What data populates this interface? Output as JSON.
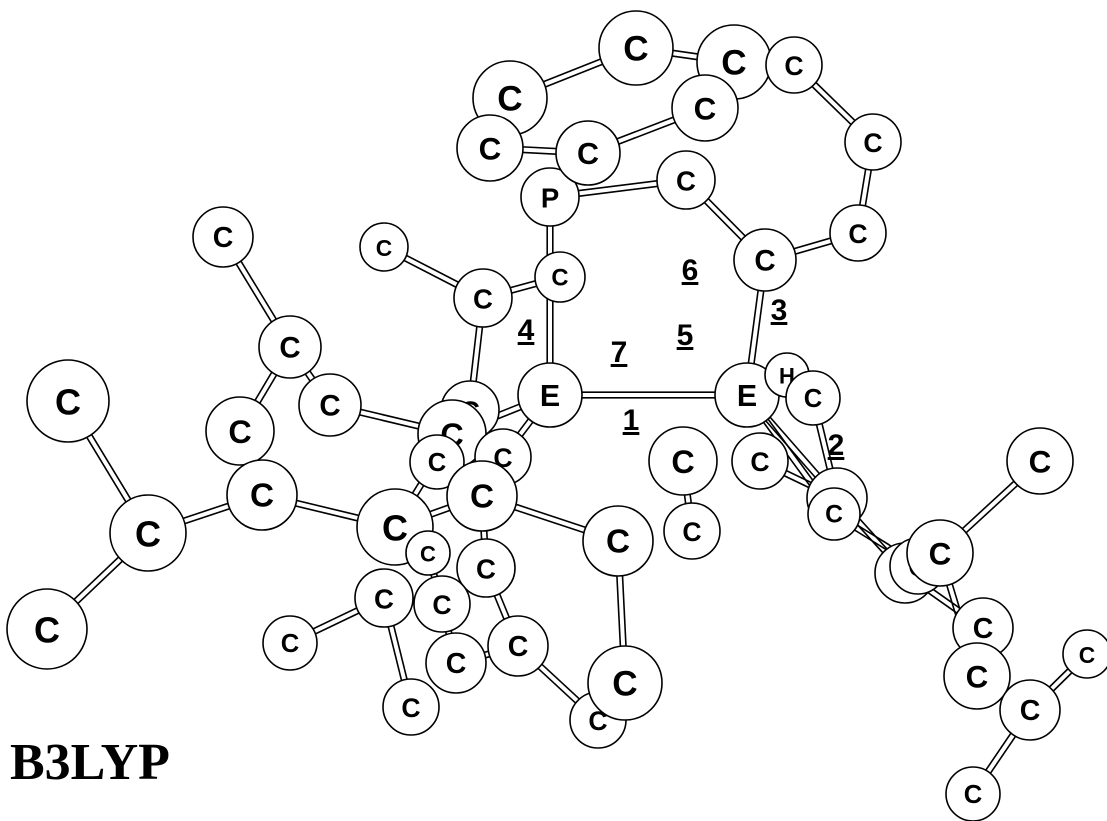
{
  "method_label": "B3LYP",
  "element_symbols": {
    "carbon": "C",
    "phosphorus": "P",
    "hydrogen": "H",
    "e_center": "E"
  },
  "bond_labels": [
    "1",
    "2",
    "3",
    "4",
    "5",
    "6",
    "7"
  ]
}
